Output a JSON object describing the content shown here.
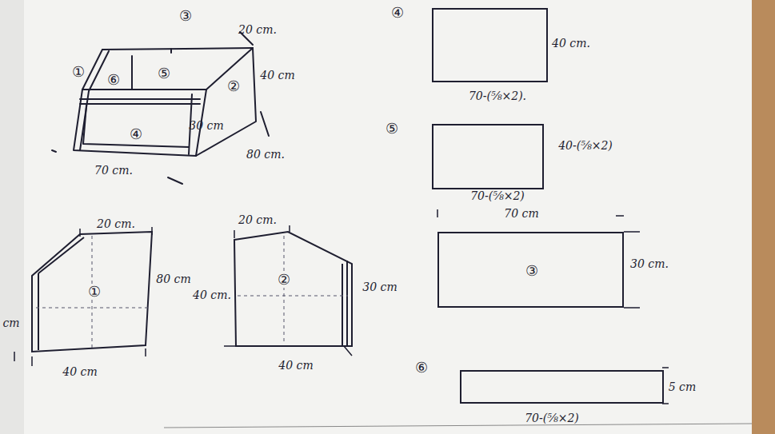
{
  "diagram": {
    "nodes": [
      {
        "text": [
          "④"
        ]
      },
      {
        "text": [
          "⑤"
        ]
      },
      {
        "text": [
          "①"
        ]
      },
      {
        "text": [
          "②"
        ]
      },
      {
        "text": [
          "③"
        ]
      },
      {
        "text": [
          "⑥"
        ]
      }
    ],
    "labels": [
      "③",
      "20 cm.",
      "①",
      "⑥",
      "⑤",
      "②",
      "40 cm",
      "④",
      "30 cm",
      "80 cm.",
      "70 cm.",
      "20 cm.",
      "80 cm",
      "cm",
      "40 cm",
      "20 cm.",
      "40 cm.",
      "30 cm",
      "40 cm",
      "40 cm.",
      "70-(⅝×2).",
      "40-(⅝×2)",
      "70-(⅝×2)",
      "70 cm",
      "30 cm.",
      "5 cm",
      "70-(⅝×2)"
    ]
  }
}
